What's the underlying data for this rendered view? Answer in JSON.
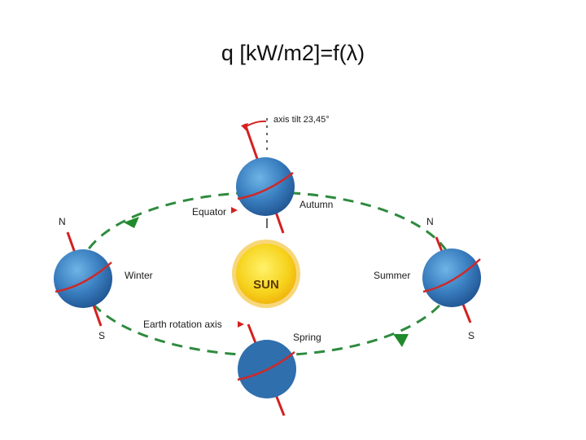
{
  "slide": {
    "title": "q [kW/m2]=f(λ)"
  },
  "diagram": {
    "sun_label": "SUN",
    "axis_tilt_label": "axis tilt 23,45°",
    "seasons": {
      "autumn": "Autumn",
      "winter": "Winter",
      "summer": "Summer",
      "spring": "Spring"
    },
    "equator_label": "Equator",
    "rotation_axis_label": "Earth rotation axis",
    "winter_poles": {
      "north": "N",
      "south": "S"
    },
    "summer_poles": {
      "north": "N",
      "south": "S"
    },
    "colors": {
      "orbit": "#2e8b3e",
      "orbit_arrow": "#1f8a2c",
      "earth": "#3a7fc0",
      "earth_dark": "#1f5290",
      "equator": "#cc2a2a",
      "axis": "#d42020",
      "sun": "#f6d21c",
      "sun_rays": "#f3b70d"
    }
  }
}
